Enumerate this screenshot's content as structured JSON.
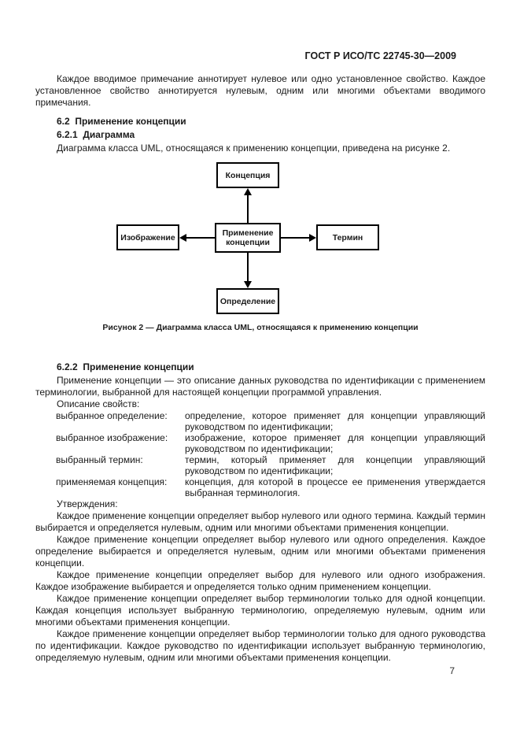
{
  "page": {
    "header": "ГОСТ Р ИСО/ТС 22745-30—2009",
    "page_number": "7"
  },
  "intro_paragraph": "Каждое вводимое примечание аннотирует нулевое или одно установленное свойство. Каждое установленное свойство аннотируется нулевым, одним или многими объектами вводимого примечания.",
  "sections": {
    "s62": {
      "title": "6.2  Применение концепции"
    },
    "s621": {
      "title": "6.2.1  Диаграмма",
      "body": "Диаграмма класса UML, относящаяся к применению концепции, приведена на рисунке 2."
    },
    "s622": {
      "title": "6.2.2  Применение концепции",
      "intro": "Применение концепции — это описание данных руководства по идентификации с применением терминологии, выбранной для настоящей концепции программой управления."
    }
  },
  "diagram": {
    "nodes": {
      "top": "Концепция",
      "left": "Изображение",
      "center": "Применение концепции",
      "right": "Термин",
      "bottom": "Определение"
    },
    "caption": "Рисунок 2 — Диаграмма класса UML, относящаяся к применению концепции"
  },
  "properties": {
    "intro": "Описание свойств:",
    "items": [
      {
        "term": "выбранное определение:",
        "desc": "определение, которое применяет для концепции управляющий руководством по идентификации;"
      },
      {
        "term": "выбранное изображение:",
        "desc": "изображение, которое применяет для концепции управляющий руководством по идентификации;"
      },
      {
        "term": "выбранный термин:",
        "desc": "термин, который применяет для концепции управляющий руководством по идентификации;"
      },
      {
        "term": "применяемая концепция:",
        "desc": "концепция, для которой в процессе ее применения утверждается выбранная терминология."
      }
    ]
  },
  "statements": {
    "intro": "Утверждения:",
    "items": [
      "Каждое применение концепции определяет выбор нулевого или одного термина. Каждый термин выбирается и определяется нулевым, одним или многими объектами применения концепции.",
      "Каждое применение концепции определяет выбор нулевого или одного определения. Каждое определение выбирается и определяется нулевым, одним или многими объектами применения концепции.",
      "Каждое применение концепции определяет выбор для нулевого или одного изображения. Каждое изображение выбирается и определяется только одним применением концепции.",
      "Каждое применение концепции определяет выбор терминологии только для одной концепции. Каждая концепция использует выбранную терминологию, определяемую нулевым, одним или многими объектами применения концепции.",
      "Каждое применение концепции определяет выбор терминологии только для одного руководства по идентификации. Каждое руководство по идентификации использует выбранную терминологию, определяемую нулевым, одним или многими объектами применения концепции."
    ]
  }
}
